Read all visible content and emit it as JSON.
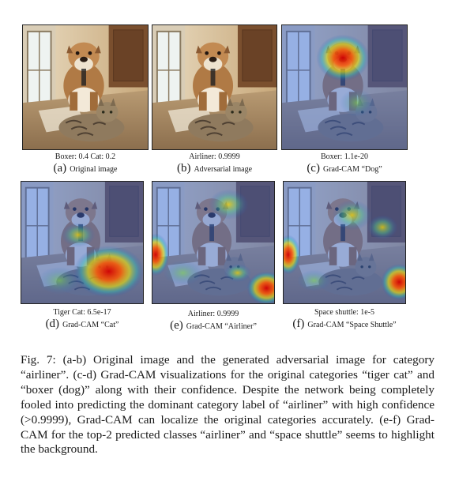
{
  "figure": {
    "panels": [
      {
        "letter": "(a)",
        "desc": "Original image",
        "score": "Boxer: 0.4 Cat: 0.2",
        "overlay": "none"
      },
      {
        "letter": "(b)",
        "desc": "Adversarial image",
        "score": "Airliner: 0.9999",
        "overlay": "none"
      },
      {
        "letter": "(c)",
        "desc": "Grad-CAM “Dog”",
        "score": "Boxer: 1.1e-20",
        "overlay": "dog"
      },
      {
        "letter": "(d)",
        "desc": "Grad-CAM “Cat”",
        "score": "Tiger Cat: 6.5e-17",
        "overlay": "cat"
      },
      {
        "letter": "(e)",
        "desc": "Grad-CAM “Airliner”",
        "score": "Airliner: 0.9999",
        "overlay": "airliner"
      },
      {
        "letter": "(f)",
        "desc": "Grad-CAM “Space Shuttle”",
        "score": "Space shuttle: 1e-5",
        "overlay": "shuttle"
      }
    ],
    "caption": "Fig. 7: (a-b) Original image and the generated adversarial image for category “airliner”. (c-d) Grad-CAM visualizations for the original categories “tiger cat” and “boxer (dog)” along with their confidence. Despite the network being completely fooled into predicting the dominant category label of “airliner” with high confidence (>0.9999), Grad-CAM can localize the original categories accurately. (e-f) Grad-CAM for the top-2 predicted classes “airliner” and “space shuttle” seems to highlight the background."
  }
}
